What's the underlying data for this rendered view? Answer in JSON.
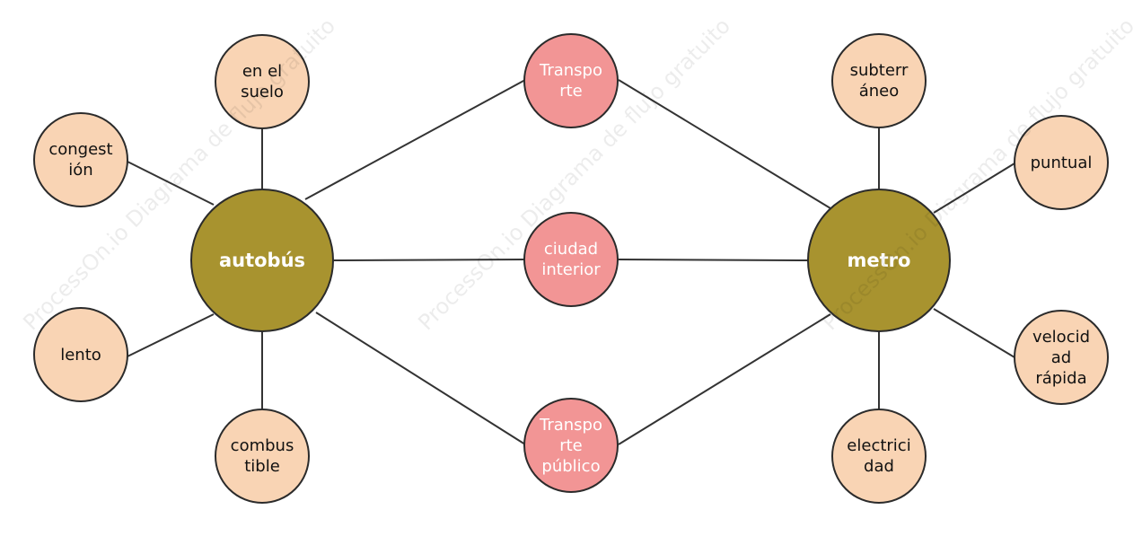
{
  "colors": {
    "hub": "#a8932f",
    "shared": "#f29595",
    "attribute": "#f9d4b4",
    "edge": "#333333"
  },
  "hubs": {
    "left": "autobús",
    "right": "metro"
  },
  "shared": {
    "top": "Transpo\nrte",
    "middle": "ciudad\ninterior",
    "bottom": "Transpo\nrte\npúblico"
  },
  "left_attributes": {
    "top": "en el\nsuelo",
    "upper_left": "congest\nión",
    "lower_left": "lento",
    "bottom": "combus\ntible"
  },
  "right_attributes": {
    "top": "subterr\náneo",
    "upper_right": "puntual",
    "lower_right": "velocid\nad\nrápida",
    "bottom": "electrici\ndad"
  },
  "watermark": "ProcessOn.io Diagrama de flujo gratuito"
}
